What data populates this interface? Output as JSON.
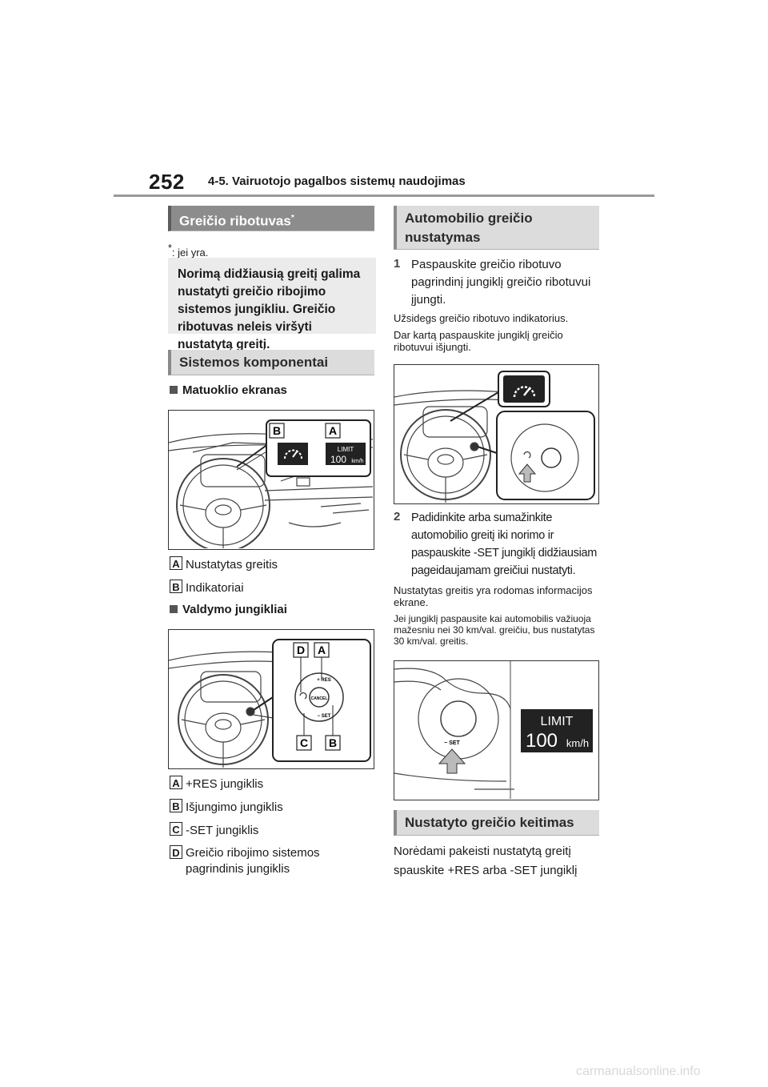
{
  "header": {
    "page_number": "252",
    "chapter": "4-5. Vairuotojo pagalbos sistemų naudojimas"
  },
  "left": {
    "title": "Greičio ribotuvas",
    "title_mark": "*",
    "footnote_mark": "*",
    "footnote": ": jei yra.",
    "intro": "Norimą didžiausią greitį galima nustatyti greičio ribojimo sistemos jungikliu. Greičio ribotuvas neleis viršyti nustatytą greitį.",
    "components_title": "Sistemos komponentai",
    "meter_heading": "Matuoklio ekranas",
    "meter_legend": [
      {
        "letter": "A",
        "text": "Nustatytas greitis"
      },
      {
        "letter": "B",
        "text": "Indikatoriai"
      }
    ],
    "switch_heading": "Valdymo jungikliai",
    "switch_legend": [
      {
        "letter": "A",
        "text": "+RES jungiklis"
      },
      {
        "letter": "B",
        "text": "Išjungimo jungiklis"
      },
      {
        "letter": "C",
        "text": "-SET jungiklis"
      },
      {
        "letter": "D",
        "text": "Greičio ribojimo sistemos pagrindinis jungiklis"
      }
    ]
  },
  "figures": {
    "meter": {
      "callout_b": "B",
      "callout_a": "A",
      "limit_label": "LIMIT",
      "limit_value": "100",
      "limit_unit": "km/h"
    },
    "switches": {
      "callout_d": "D",
      "callout_a": "A",
      "callout_c": "C",
      "callout_b": "B",
      "res_label": "+ RES",
      "cancel_label": "CANCEL",
      "set_label": "− SET"
    },
    "switch_zoom": {
      "set_label": "− SET",
      "limit_label": "LIMIT",
      "limit_value": "100",
      "limit_unit": "km/h"
    }
  },
  "right": {
    "setting_title": "Automobilio greičio nustatymas",
    "step1_num": "1",
    "step1": "Paspauskite greičio ribotuvo pagrindinį jungiklį greičio ribotuvui įjungti.",
    "note1": "Užsidegs greičio ribotuvo indikatorius.",
    "note2": "Dar kartą paspauskite jungiklį greičio ribotuvui išjungti.",
    "step2_num": "2",
    "step2": "Padidinkite arba sumažinkite automobilio greitį iki norimo ir paspauskite -SET jungiklį didžiausiam pageidaujamam greičiui nustatyti.",
    "note3": "Nustatytas greitis yra rodomas informacijos ekrane.",
    "note4": "Jei jungiklį paspausite kai automobilis važiuoja mažesniu nei 30 km/val. greičiu, bus nustatytas 30 km/val. greitis.",
    "change_title": "Nustatyto greičio keitimas",
    "change_text": "Norėdami pakeisti nustatytą greitį spauskite +RES arba -SET jungiklį"
  },
  "watermark": "carmanualsonline.info"
}
